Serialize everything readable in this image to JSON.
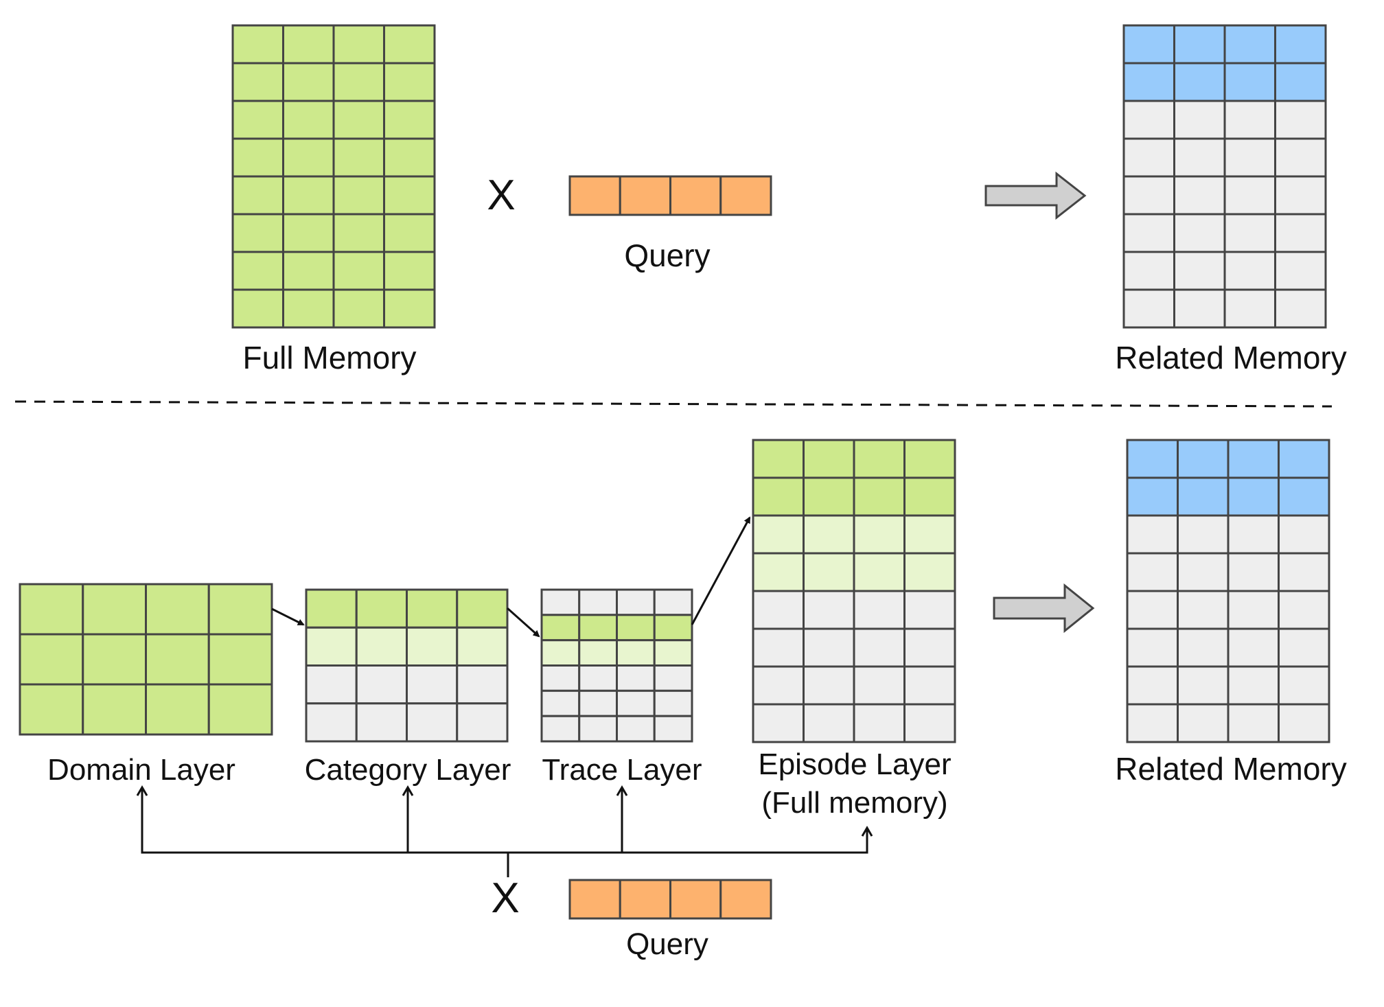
{
  "colors": {
    "green": "#cde98c",
    "green_light": "#e8f5cf",
    "gray": "#eeeeee",
    "blue": "#98cbfb",
    "orange": "#fdb26e",
    "grid_stroke": "#444444",
    "arrow_fill": "#d0d0d0",
    "line": "#111111"
  },
  "top": {
    "full_memory": {
      "label": "Full Memory",
      "rows": [
        "green",
        "green",
        "green",
        "green",
        "green",
        "green",
        "green",
        "green"
      ]
    },
    "multiply": "X",
    "query": {
      "label": "Query",
      "cells": 4
    },
    "related_memory": {
      "label": "Related Memory",
      "rows": [
        "blue",
        "blue",
        "gray",
        "gray",
        "gray",
        "gray",
        "gray",
        "gray"
      ]
    }
  },
  "bottom": {
    "domain_layer": {
      "label": "Domain Layer",
      "rows": [
        "green",
        "green",
        "green"
      ]
    },
    "category_layer": {
      "label": "Category Layer",
      "rows": [
        "green",
        "green_light",
        "gray",
        "gray"
      ]
    },
    "trace_layer": {
      "label": "Trace Layer",
      "rows": [
        "gray",
        "green",
        "green_light",
        "gray",
        "gray",
        "gray"
      ]
    },
    "episode_layer": {
      "label_line1": "Episode Layer",
      "label_line2": "(Full memory)",
      "rows": [
        "green",
        "green",
        "green_light",
        "green_light",
        "gray",
        "gray",
        "gray",
        "gray"
      ]
    },
    "related_memory": {
      "label": "Related Memory",
      "rows": [
        "blue",
        "blue",
        "gray",
        "gray",
        "gray",
        "gray",
        "gray",
        "gray"
      ]
    },
    "multiply": "X",
    "query": {
      "label": "Query",
      "cells": 4
    }
  }
}
